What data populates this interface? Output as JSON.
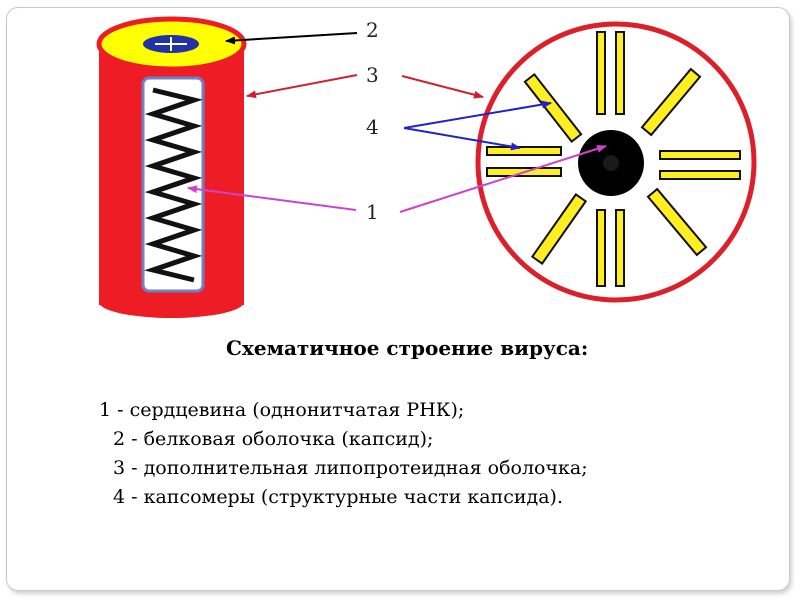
{
  "diagram": {
    "labels": {
      "n1": "1",
      "n2": "2",
      "n3": "3",
      "n4": "4"
    },
    "colors": {
      "envelope": "#ee1c24",
      "capsid": "#ffff00",
      "rna_outline": "#6f80c8",
      "core": "#000000",
      "arrow_black": "#000000",
      "arrow_red": "#cc2233",
      "arrow_blue": "#2222cc",
      "arrow_magenta": "#cc44cc"
    }
  },
  "caption": {
    "title": "Схематичное строение вируса:",
    "items": [
      "1 - сердцевина (однонитчатая РНК);",
      "2 - белковая оболочка (капсид);",
      "3 - дополнительная липопротеидная оболочка;",
      "4 - капсомеры (структурные части капсида)."
    ]
  }
}
